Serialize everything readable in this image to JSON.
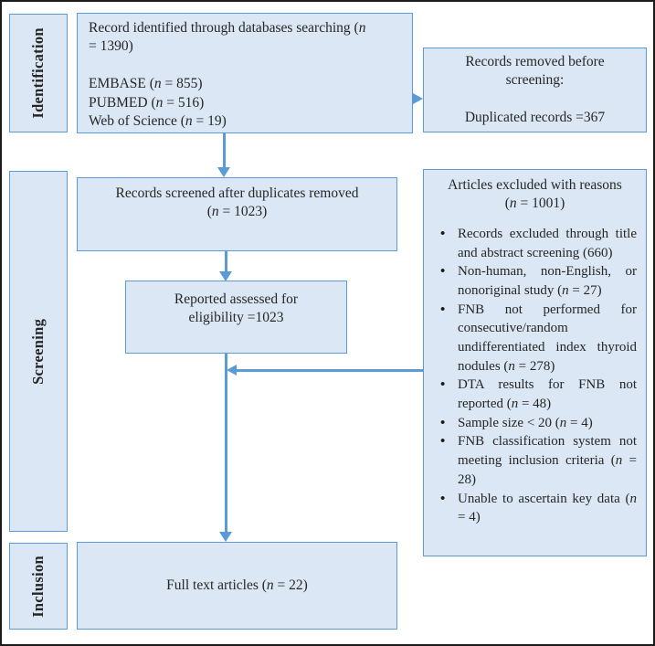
{
  "colors": {
    "box_fill": "#dbe7f4",
    "box_border": "#5b9bd5",
    "arrow": "#5b9bd5",
    "text": "#262626",
    "bullet": "#1a1a1a",
    "frame": "#1b1b1b"
  },
  "stages": {
    "identification": "Identification",
    "screening": "Screening",
    "inclusion": "Inclusion"
  },
  "boxes": {
    "identified": {
      "lines": [
        "Record identified through databases searching (*n*",
        "= 1390)",
        "",
        "EMBASE (*n* = 855)",
        "PUBMED (*n* = 516)",
        "Web of Science (*n* = 19)"
      ]
    },
    "removed": {
      "lines": [
        "Records removed before",
        "screening:",
        "",
        "Duplicated records =367"
      ]
    },
    "screened": {
      "lines": [
        "Records screened after duplicates removed",
        "(*n* = 1023)"
      ]
    },
    "eligibility": {
      "lines": [
        "Reported assessed for",
        "eligibility =1023"
      ]
    },
    "excluded": {
      "header_lines": [
        "Articles excluded with reasons",
        "(*n* = 1001)"
      ],
      "items": [
        "Records excluded through title and abstract screening (660)",
        "Non-human, non-English, or nonoriginal study (*n* = 27)",
        "FNB not performed for consecutive/random undifferentiated index thyroid nodules (*n* = 278)",
        "DTA results for FNB not reported (*n* = 48)",
        "Sample size < 20 (*n* = 4)",
        "FNB classification system not meeting inclusion criteria (*n* = 28)",
        "Unable to ascertain key data (*n* = 4)"
      ]
    },
    "included": {
      "lines": [
        "Full text articles (*n* = 22)"
      ]
    }
  }
}
